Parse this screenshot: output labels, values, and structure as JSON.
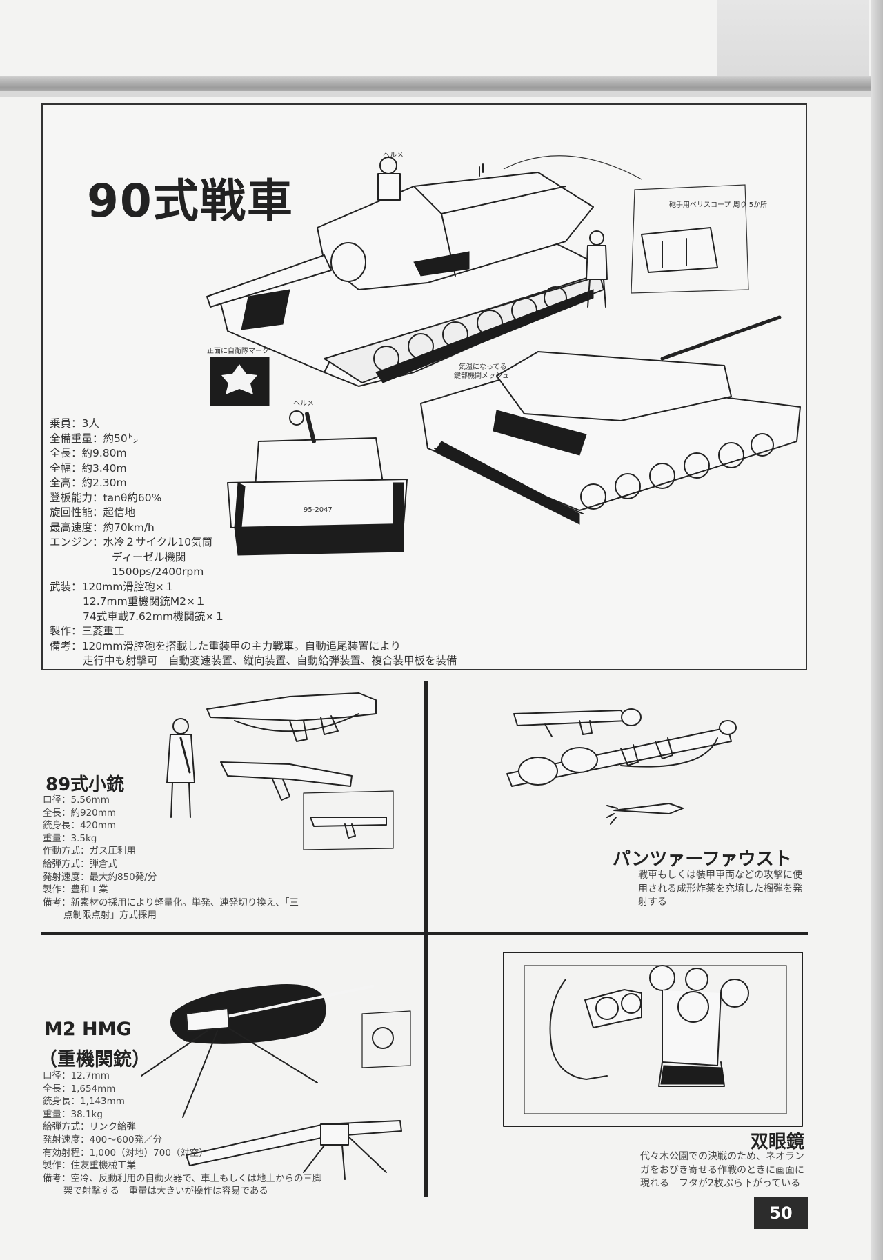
{
  "page_number": "50",
  "tank": {
    "title": "90式戦車",
    "notes": {
      "periscope": "砲手用ペリスコープ 周り 5か所",
      "emblem": "正面に自衛隊マーク",
      "rear_note_1": "気温になってる",
      "rear_note_2": "鍵部機関メッシュ",
      "helmet_1": "ヘルメ",
      "helmet_2": "ヘルメ",
      "plate": "95-2047"
    },
    "specs": [
      {
        "label": "乗員：",
        "value": "3人"
      },
      {
        "label": "全備重量：",
        "value": "約50㌧"
      },
      {
        "label": "全長：",
        "value": "約9.80m"
      },
      {
        "label": "全幅：",
        "value": "約3.40m"
      },
      {
        "label": "全高：",
        "value": "約2.30m"
      },
      {
        "label": "登板能力：",
        "value": "tanθ約60%"
      },
      {
        "label": "旋回性能：",
        "value": "超信地"
      },
      {
        "label": "最高速度：",
        "value": "約70km/h"
      },
      {
        "label": "エンジン：",
        "value": "水冷２サイクル10気筒"
      }
    ],
    "engine_cont": [
      "ディーゼル機関",
      "1500ps/2400rpm"
    ],
    "armament_label": "武装：",
    "armament": [
      "120mm滑腔砲×１",
      "12.7mm重機関銃M2×１",
      "74式車載7.62mm機関銃×１"
    ],
    "maker_label": "製作：",
    "maker": "三菱重工",
    "remarks_label": "備考：",
    "remarks": [
      "120mm滑腔砲を搭載した重装甲の主力戦車。自動追尾装置により",
      "走行中も射撃可　自動変速装置、縦向装置、自動給弾装置、複合装甲板を装備"
    ]
  },
  "rifle89": {
    "title": "89式小銃",
    "specs": [
      "口径：5.56mm",
      "全長：約920mm",
      "銃身長：420mm",
      "重量：3.5kg",
      "作動方式：ガス圧利用",
      "給弾方式：弾倉式",
      "発射速度：最大約850発/分",
      "製作：豊和工業",
      "備考：新素材の採用により軽量化。単発、連発切り換え、「三"
    ],
    "spec_cont": "点制限点射」方式採用"
  },
  "panzerfaust": {
    "title": "パンツァーファウスト",
    "desc": [
      "戦車もしくは装甲車両などの攻撃に使",
      "用される成形炸薬を充填した榴弾を発",
      "射する"
    ]
  },
  "m2": {
    "title_1": "M2 HMG",
    "title_2": "（重機関銃）",
    "specs": [
      "口径：12.7mm",
      "全長：1,654mm",
      "銃身長：1,143mm",
      "重量：38.1kg",
      "給弾方式：リンク給弾",
      "発射速度：400〜600発／分",
      "有効射程：1,000（対地）700（対空）",
      "製作：住友重機械工業",
      "備考：空冷、反動利用の自動火器で、車上もしくは地上からの三脚"
    ],
    "spec_cont": "架で射撃する　重量は大きいが操作は容易である"
  },
  "binoculars": {
    "title": "双眼鏡",
    "desc": [
      "代々木公園での決戦のため、ネオラン",
      "ガをおびき寄せる作戦のときに画面に",
      "現れる　フタが2枚ぶら下がっている"
    ]
  }
}
